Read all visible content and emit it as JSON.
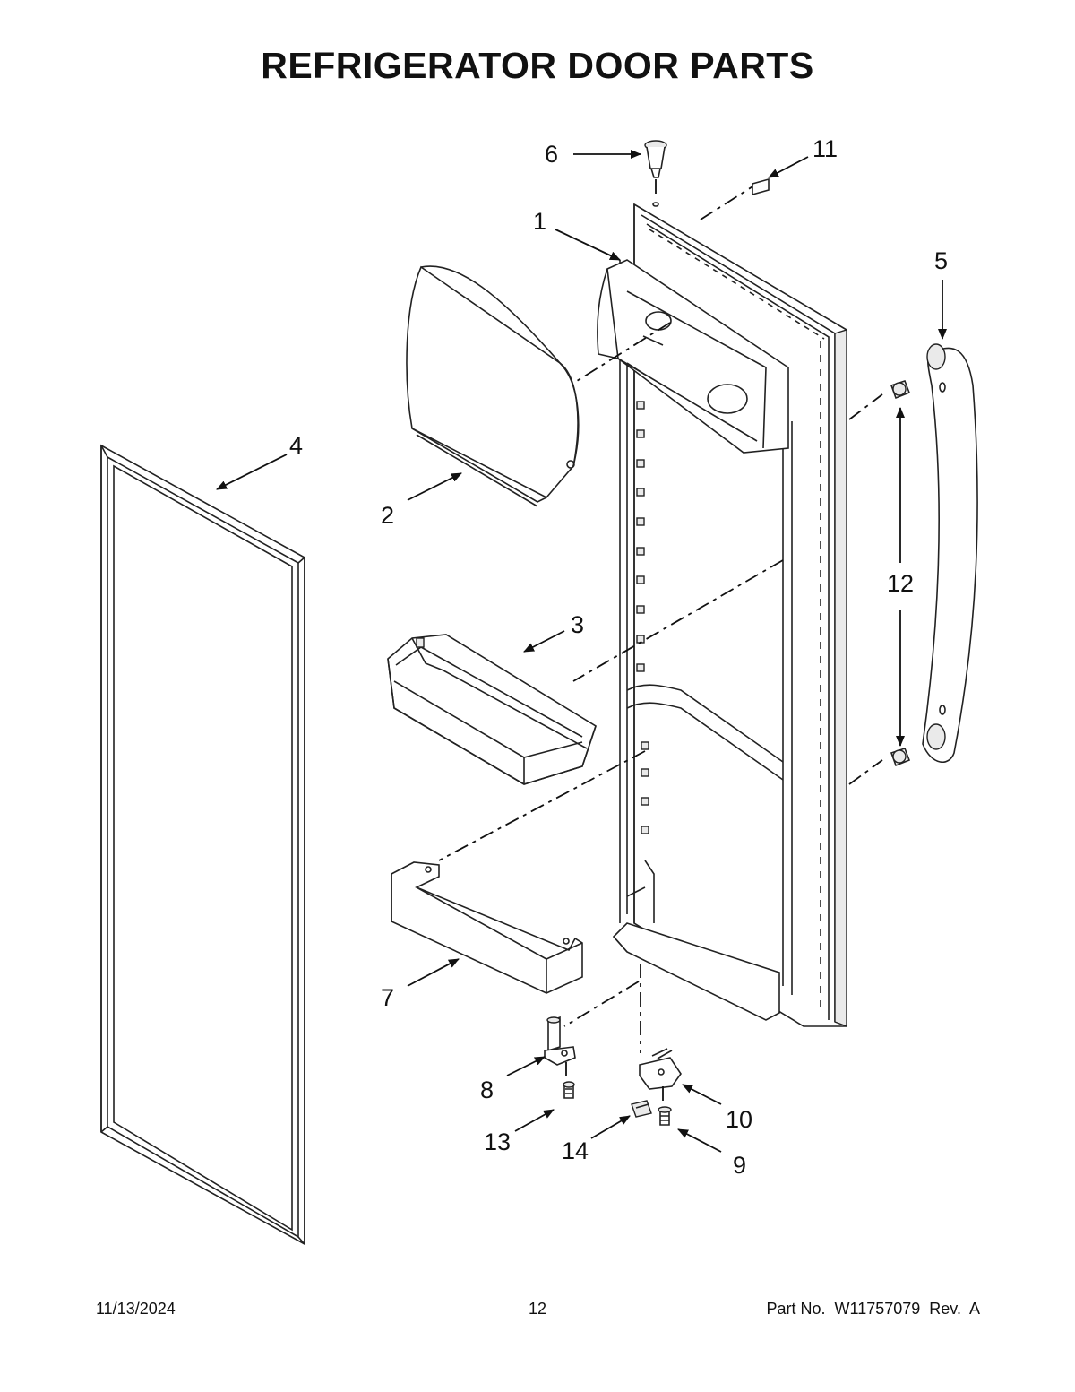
{
  "title": "REFRIGERATOR DOOR PARTS",
  "callouts": {
    "c1": "1",
    "c2": "2",
    "c3": "3",
    "c4": "4",
    "c5": "5",
    "c6": "6",
    "c7": "7",
    "c8": "8",
    "c9": "9",
    "c10": "10",
    "c11": "11",
    "c12": "12",
    "c13": "13",
    "c14": "14"
  },
  "footer": {
    "date": "11/13/2024",
    "page": "12",
    "part_number": "Part No.  W11757079  Rev.  A"
  }
}
